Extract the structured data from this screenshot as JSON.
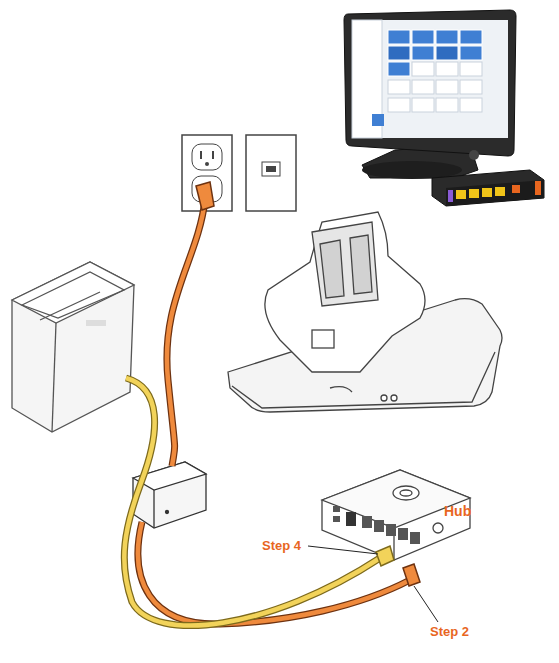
{
  "diagram": {
    "nodes": [
      {
        "text": [
          "Hub"
        ]
      }
    ],
    "labels": [
      "Step 4",
      "Step 2"
    ]
  }
}
